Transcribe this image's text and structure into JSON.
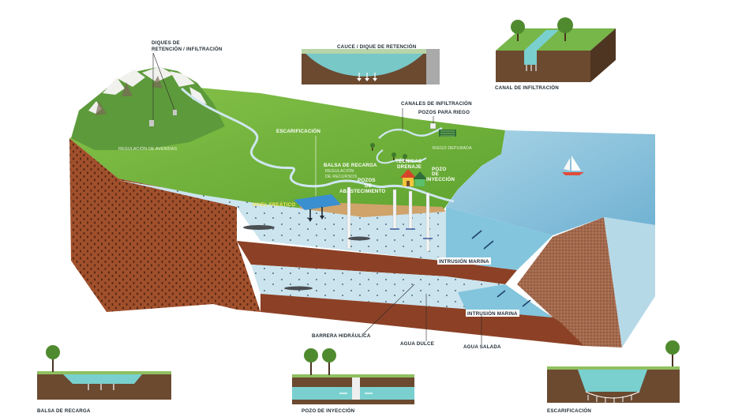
{
  "labels": {
    "diques": [
      "DIQUES DE",
      "RETENCIÓN / INFILTRACIÓN"
    ],
    "regulacion_avenidas": "REGULACIÓN DE AVENIDAS",
    "escarificacion_top": "ESCARIFICACIÓN",
    "balsa": "BALSA DE RECARGA",
    "regulacion_recursos": [
      "REGULACIÓN",
      "DE RECURSOS"
    ],
    "nivel_freatico": "NIVEL FREÁTICO",
    "pozos_abastecimiento": [
      "POZOS",
      "DE",
      "ABASTECIMIENTO"
    ],
    "tecnicas_drenaje": [
      "TÉCNICAS",
      "DRENAJE"
    ],
    "pozo_inyeccion": [
      "POZO",
      "DE",
      "INYECCIÓN"
    ],
    "canales": "CANALES DE INFILTRACIÓN",
    "pozos_riego": "POZOS PARA RIEGO",
    "riego_depurada": "RIEGO DEPURADA",
    "intrusion_1": "INTRUSIÓN MARINA",
    "intrusion_2": "INTRUSIÓN MARINA",
    "barrera": "BARRERA HIDRÁULICA",
    "agua_dulce": "AGUA DULCE",
    "agua_salada": "AGUA SALADA"
  },
  "insets": {
    "cauce": "CAUCE / DIQUE DE RETENCIÓN",
    "canal": "CANAL DE INFILTRACIÓN",
    "balsa": "BALSA DE RECARGA",
    "pozo": "POZO DE INYECCIÓN",
    "escarificacion": "ESCARIFICACIÓN"
  },
  "colors": {
    "soil": "#a1502c",
    "grass": "#74b43a",
    "aquifer": "#c9e2ec",
    "sea": "#8fc3dc",
    "snow": "#f1f1ee",
    "water_inset": "#79d0cf"
  },
  "icons": [
    "tree-icon",
    "house-icon",
    "sailboat-icon",
    "down-arrow-icon"
  ]
}
